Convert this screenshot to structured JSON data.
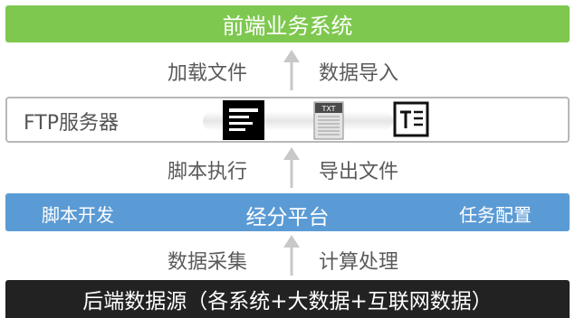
{
  "frontend": {
    "title": "前端业务系统"
  },
  "arrow1": {
    "left_label": "加载文件",
    "right_label": "数据导入"
  },
  "ftp": {
    "label": "FTP服务器",
    "icons": [
      "text-document-icon",
      "txt-file-icon",
      "text-format-icon"
    ],
    "txt_icon_label": "TXT"
  },
  "arrow2": {
    "left_label": "脚本执行",
    "right_label": "导出文件"
  },
  "platform": {
    "left": "脚本开发",
    "center": "经分平台",
    "right": "任务配置"
  },
  "arrow3": {
    "left_label": "数据采集",
    "right_label": "计算处理"
  },
  "backend": {
    "title": "后端数据源（各系统+大数据+互联网数据）"
  },
  "colors": {
    "frontend": "#7ec84f",
    "platform": "#5b9bd5",
    "backend": "#222222",
    "arrow": "#c8c8c8",
    "ftp_border": "#b8b8b8"
  }
}
